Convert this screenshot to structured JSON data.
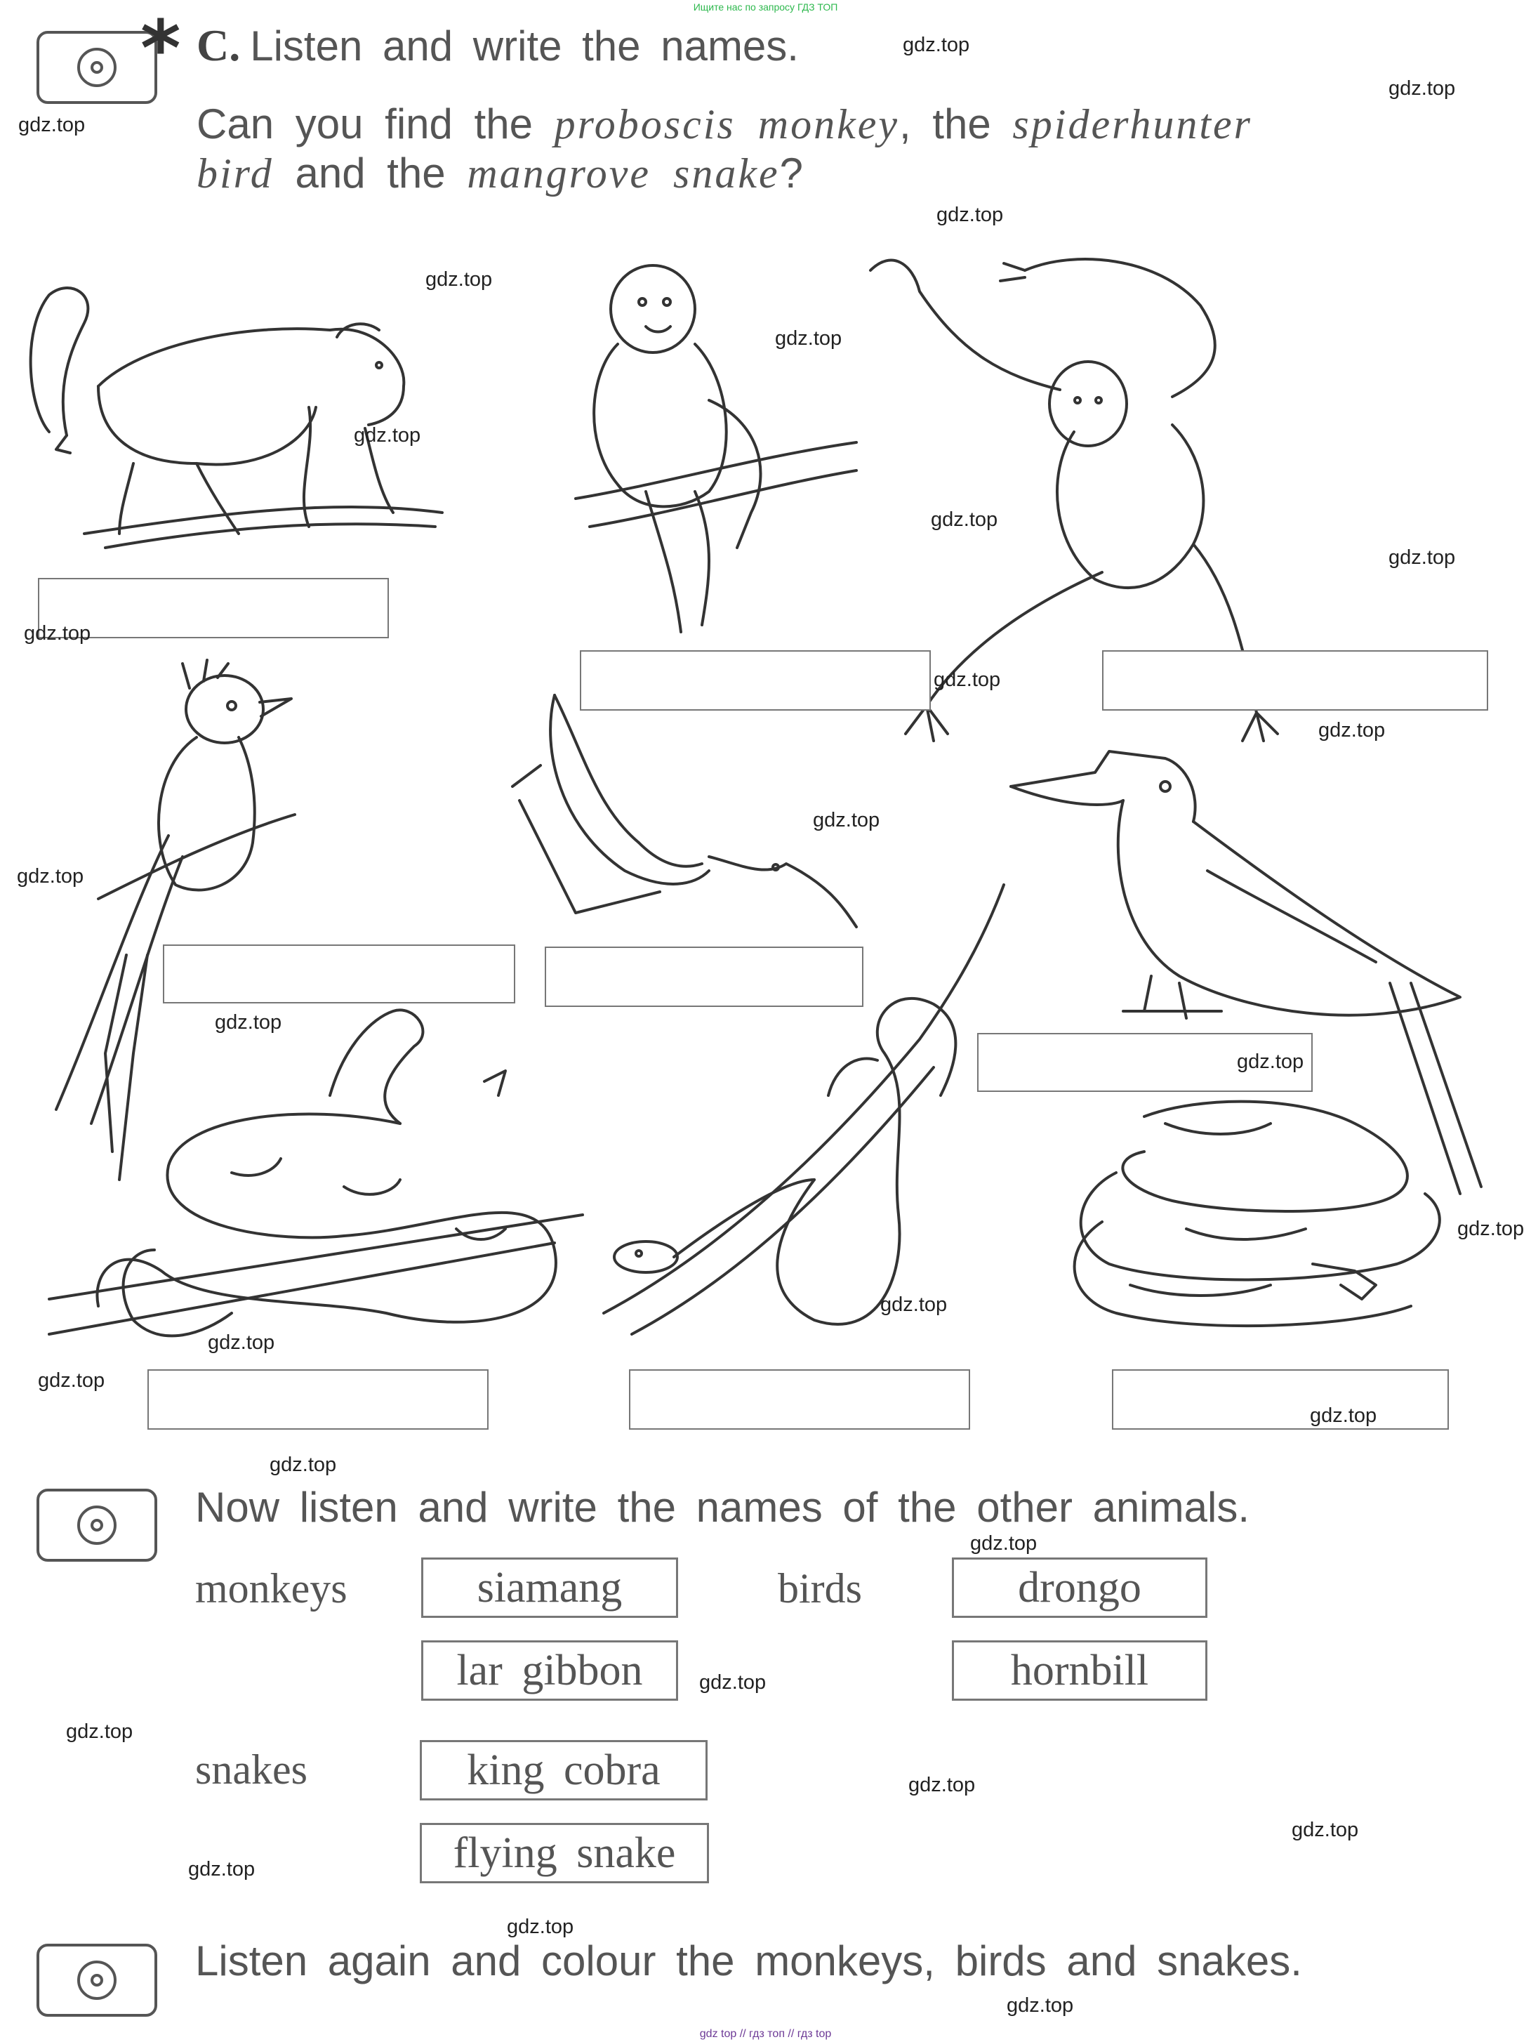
{
  "top_banner": "Ищите нас по запросу ГДЗ ТОП",
  "section": {
    "letter": "C.",
    "instruction": "Listen and write the names.",
    "question_line1": [
      "Can you find the",
      "proboscis monkey",
      ", the",
      "spiderhunter"
    ],
    "question_line2": [
      "bird",
      "and the",
      "mangrove snake",
      "?"
    ]
  },
  "pictures": {
    "monkeys": [
      "monkey-1",
      "monkey-2",
      "monkey-3"
    ],
    "birds": [
      "bird-1",
      "bird-2",
      "bird-3"
    ],
    "snakes": [
      "snake-1",
      "snake-2",
      "snake-3"
    ]
  },
  "part2": {
    "instruction": "Now listen and write the names of the other animals.",
    "monkeys_label": "monkeys",
    "monkeys": [
      "siamang",
      "lar gibbon"
    ],
    "birds_label": "birds",
    "birds": [
      "drongo",
      "hornbill"
    ],
    "snakes_label": "snakes",
    "snakes": [
      "king cobra",
      "flying snake"
    ]
  },
  "part3": {
    "instruction": "Listen again and colour the monkeys, birds and snakes."
  },
  "icons": [
    "cd-icon",
    "star-icon"
  ],
  "watermark": "gdz.top",
  "footer": "gdz top // гдз топ // гдз top"
}
